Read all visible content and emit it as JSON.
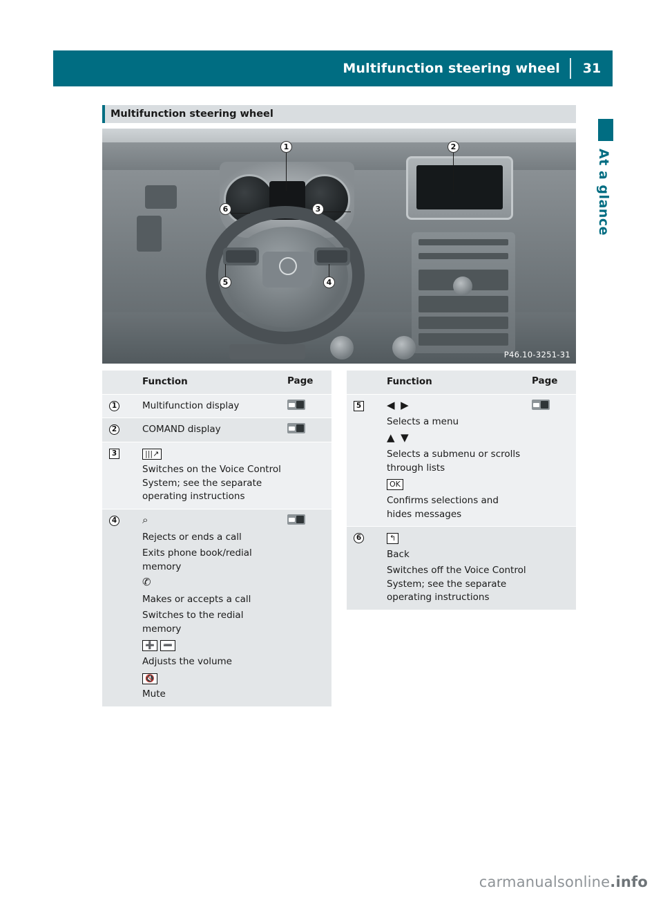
{
  "header": {
    "title": "Multifunction steering wheel",
    "page_number": "31"
  },
  "side_tab": {
    "label": "At a glance"
  },
  "section": {
    "title": "Multifunction steering wheel"
  },
  "illustration": {
    "photo_code": "P46.10-3251-31",
    "callouts": [
      "1",
      "2",
      "3",
      "4",
      "5",
      "6"
    ]
  },
  "tables": {
    "headers": {
      "function": "Function",
      "page": "Page"
    },
    "left_rows": [
      {
        "num": "1",
        "blocks": [
          {
            "glyph": "",
            "text": "Multifunction display"
          }
        ],
        "page_icon": "page-ref-icon"
      },
      {
        "num": "2",
        "blocks": [
          {
            "glyph": "",
            "text": "COMAND display"
          }
        ],
        "page_icon": "page-ref-icon"
      },
      {
        "num": "3",
        "blocks": [
          {
            "glyph": "voice-control-on-icon",
            "text": ""
          },
          {
            "glyph": "",
            "text": "Switches on the Voice Control System; see the separate operating instructions"
          }
        ],
        "page_icon": ""
      },
      {
        "num": "4",
        "blocks": [
          {
            "glyph": "end-call-icon",
            "text": ""
          },
          {
            "glyph": "",
            "text": "Rejects or ends a call"
          },
          {
            "glyph": "",
            "text": "Exits phone book/redial memory"
          },
          {
            "glyph": "accept-call-icon",
            "text": ""
          },
          {
            "glyph": "",
            "text": "Makes or accepts a call"
          },
          {
            "glyph": "",
            "text": "Switches to the redial memory"
          },
          {
            "glyph": "volume-plus-minus-icon",
            "text": ""
          },
          {
            "glyph": "",
            "text": "Adjusts the volume"
          },
          {
            "glyph": "mute-icon",
            "text": ""
          },
          {
            "glyph": "",
            "text": "Mute"
          }
        ],
        "page_icon": "page-ref-icon"
      }
    ],
    "right_rows": [
      {
        "num": "5",
        "blocks": [
          {
            "glyph": "left-right-arrows-icon",
            "text": ""
          },
          {
            "glyph": "",
            "text": "Selects a menu"
          },
          {
            "glyph": "up-down-arrows-icon",
            "text": ""
          },
          {
            "glyph": "",
            "text": "Selects a submenu or scrolls through lists"
          },
          {
            "glyph": "ok-button-icon",
            "text": ""
          },
          {
            "glyph": "",
            "text": "Confirms selections and hides messages"
          }
        ],
        "page_icon": "page-ref-icon"
      },
      {
        "num": "6",
        "blocks": [
          {
            "glyph": "back-icon",
            "text": ""
          },
          {
            "glyph": "",
            "text": "Back"
          },
          {
            "glyph": "",
            "text": "Switches off the Voice Control System; see the separate operating instructions"
          }
        ],
        "page_icon": ""
      }
    ]
  },
  "watermark": {
    "text_plain": "carmanualsonline",
    "text_bold": ".info"
  },
  "colors": {
    "accent": "#006d82",
    "band_light": "#eef0f2",
    "band_dark": "#e3e6e8",
    "header_band": "#e6e9eb",
    "section_band": "#d9dde0"
  }
}
